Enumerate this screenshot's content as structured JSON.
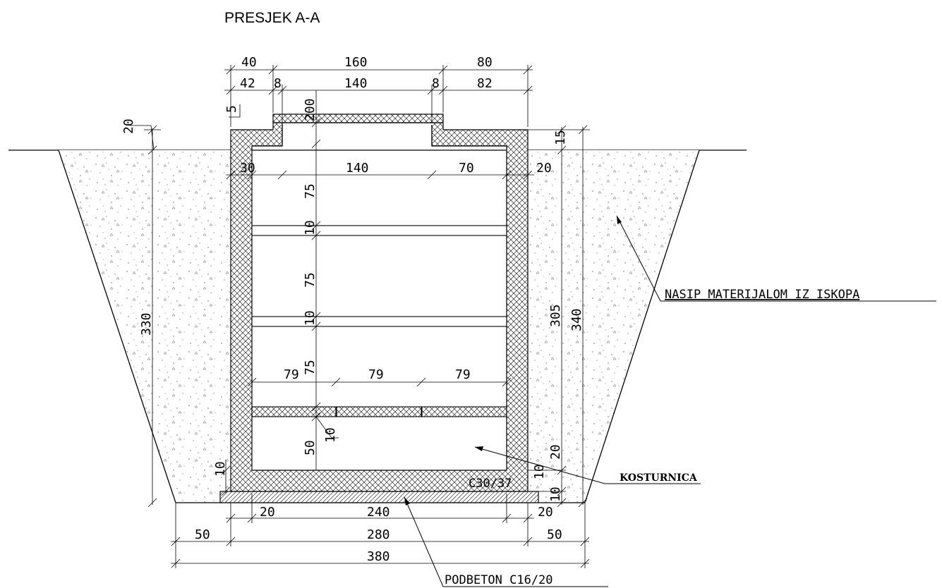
{
  "title": "PRESJEK A-A",
  "labels": {
    "nasip": "NASIP MATERIJALOM IZ ISKOPA",
    "kosturnica": "KOSTURNICA",
    "podbeton": "PODBETON C16/20",
    "concrete": "C30/37"
  },
  "dims": {
    "top_40": "40",
    "top_160": "160",
    "top_80": "80",
    "top_42": "42",
    "top_8a": "8",
    "top_140": "140",
    "top_8b": "8",
    "top_82": "82",
    "v_20_top": "20",
    "v_5": "5",
    "v_200": "200",
    "v_15": "15",
    "in_30": "30",
    "in_140": "140",
    "in_70": "70",
    "in_20": "20",
    "v_75a": "75",
    "v_10a": "10",
    "v_75b": "75",
    "v_10b": "10",
    "v_75c": "75",
    "h_79a": "79",
    "h_79b": "79",
    "h_79c": "79",
    "v_10c": "10",
    "v_50": "50",
    "v_330": "330",
    "v_305": "305",
    "v_340": "340",
    "v_10_left": "10",
    "v_20_right": "20",
    "v_10_right": "10",
    "v_10_bottom": "10",
    "b_20a": "20",
    "b_240": "240",
    "b_20b": "20",
    "b_50a": "50",
    "b_280": "280",
    "b_50b": "50",
    "b_380": "380"
  }
}
